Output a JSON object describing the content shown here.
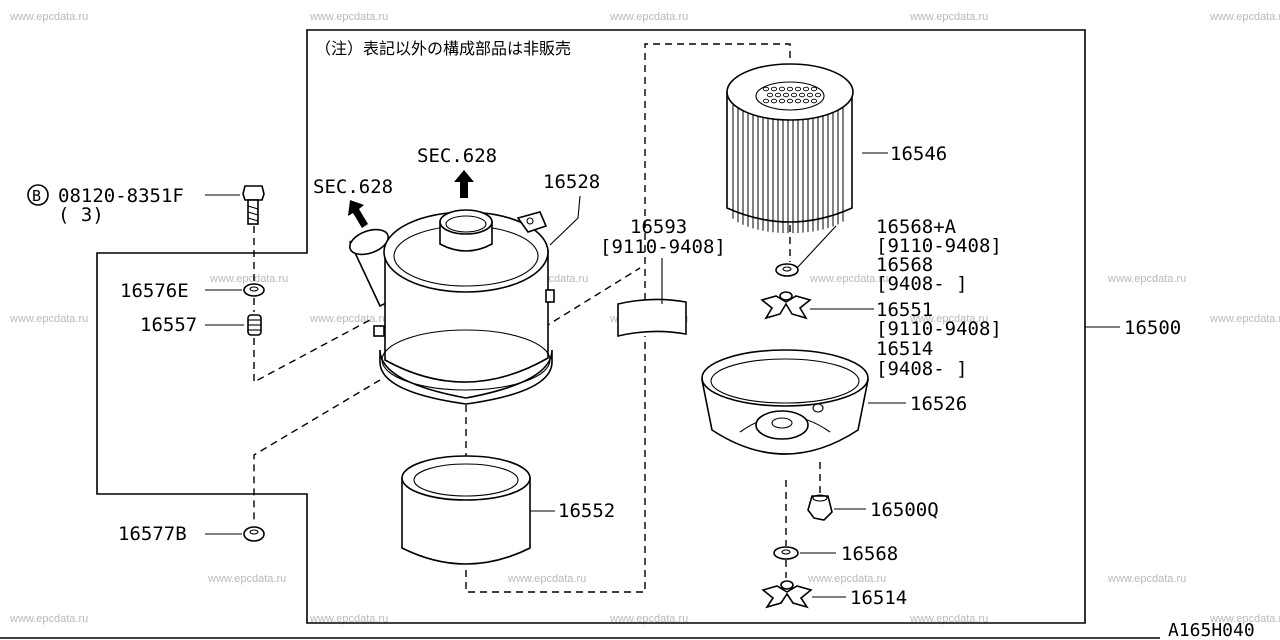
{
  "watermark": "www.epcdata.ru",
  "note": "（注）表記以外の構成部品は非販売",
  "diagram_code": "A165H040",
  "bolt": {
    "circle_letter": "B",
    "number": "08120-8351F",
    "qty": "( 3)"
  },
  "parts": {
    "p16576E": "16576E",
    "p16557": "16557",
    "p16577B": "16577B",
    "p16528": "16528",
    "sec1": "SEC.628",
    "sec2": "SEC.628",
    "p16593": "16593",
    "p16593_range": "[9110-9408]",
    "p16546": "16546",
    "p16568A": "16568+A",
    "p16568A_range": "[9110-9408]",
    "p16568_top": "16568",
    "p16568_top_range": "[9408-    ]",
    "p16551": "16551",
    "p16551_range": "[9110-9408]",
    "p16514_top": "16514",
    "p16514_top_range": "[9408-    ]",
    "p16500": "16500",
    "p16526": "16526",
    "p16552": "16552",
    "p16500Q": "16500Q",
    "p16568_bottom": "16568",
    "p16514_bottom": "16514"
  }
}
